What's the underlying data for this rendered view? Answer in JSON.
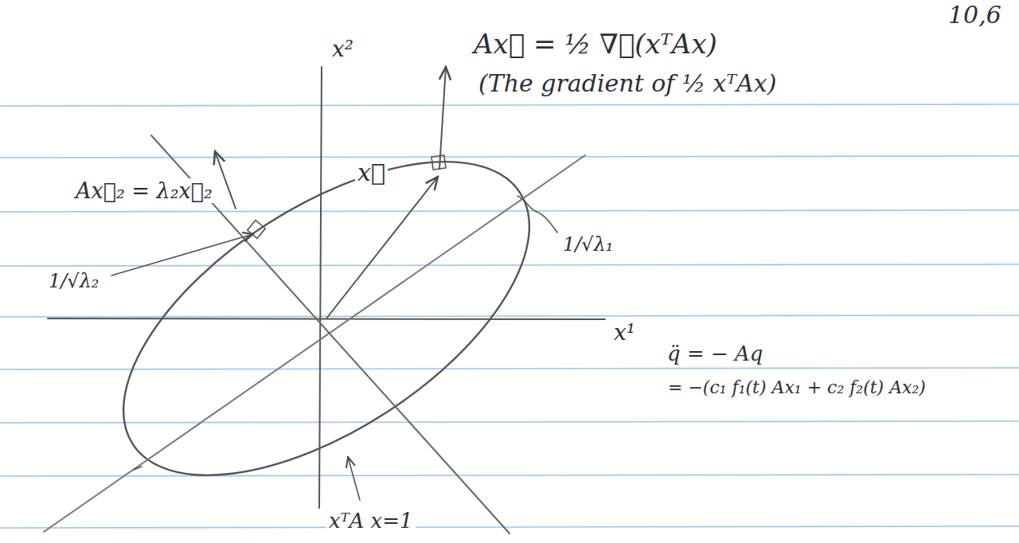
{
  "diagram": {
    "labels": [
      "10,6",
      "Ax⃗ = ½ ∇⃗(xᵀAx)",
      "(The gradient of ½ xᵀAx)",
      "x²",
      "Ax⃗₂ = λ₂x⃗₂",
      "x⃗",
      "1/√λ₁",
      "1/√λ₂",
      "x¹",
      "q̈ = − Aq",
      "= −(c₁ f₁(t) Ax₁ + c₂ f₂(t) Ax₂)",
      "xᵀA x=1"
    ]
  }
}
